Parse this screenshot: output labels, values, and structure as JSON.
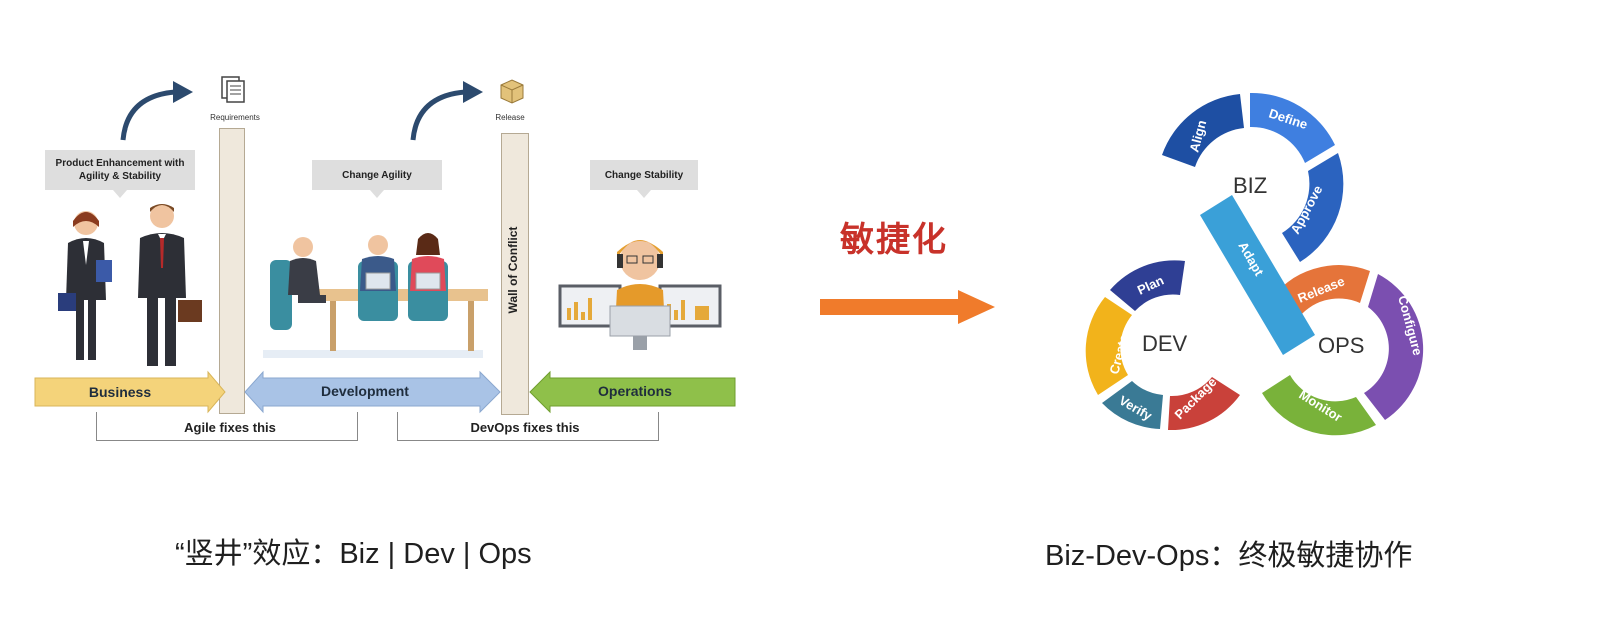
{
  "left": {
    "requirements_label": "Requirements",
    "release_label": "Release",
    "callout_business": "Product Enhancement with Agility & Stability",
    "callout_dev": "Change Agility",
    "callout_ops": "Change Stability",
    "wall_label": "Wall of Conflict",
    "bar_business": "Business",
    "bar_development": "Development",
    "bar_operations": "Operations",
    "bracket_agile": "Agile fixes this",
    "bracket_devops": "DevOps fixes this",
    "caption": "“竖井”效应：Biz | Dev | Ops",
    "colors": {
      "business": "#f4d37a",
      "development": "#a9c3e6",
      "operations": "#8fc04a"
    }
  },
  "middle": {
    "label": "敏捷化",
    "label_color": "#c8322a",
    "arrow_color": "#f07b2b"
  },
  "right": {
    "biz": "BIZ",
    "dev": "DEV",
    "ops": "OPS",
    "segments": {
      "define": "Define",
      "approve": "Approve",
      "align": "Align",
      "adapt": "Adapt",
      "plan": "Plan",
      "create": "Create",
      "verify": "Verify",
      "package": "Package",
      "release": "Release",
      "configure": "Configure",
      "monitor": "Monitor"
    },
    "colors": {
      "define": "#3f7fe0",
      "approve": "#2b63bf",
      "align": "#1e4fa3",
      "adapt": "#3aa0d8",
      "plan": "#2f3f94",
      "create": "#f2b31b",
      "verify": "#3a7a95",
      "package": "#c9413a",
      "release": "#e5743a",
      "configure": "#7b4fb0",
      "monitor": "#79b23a"
    },
    "caption": "Biz-Dev-Ops：终极敏捷协作"
  }
}
